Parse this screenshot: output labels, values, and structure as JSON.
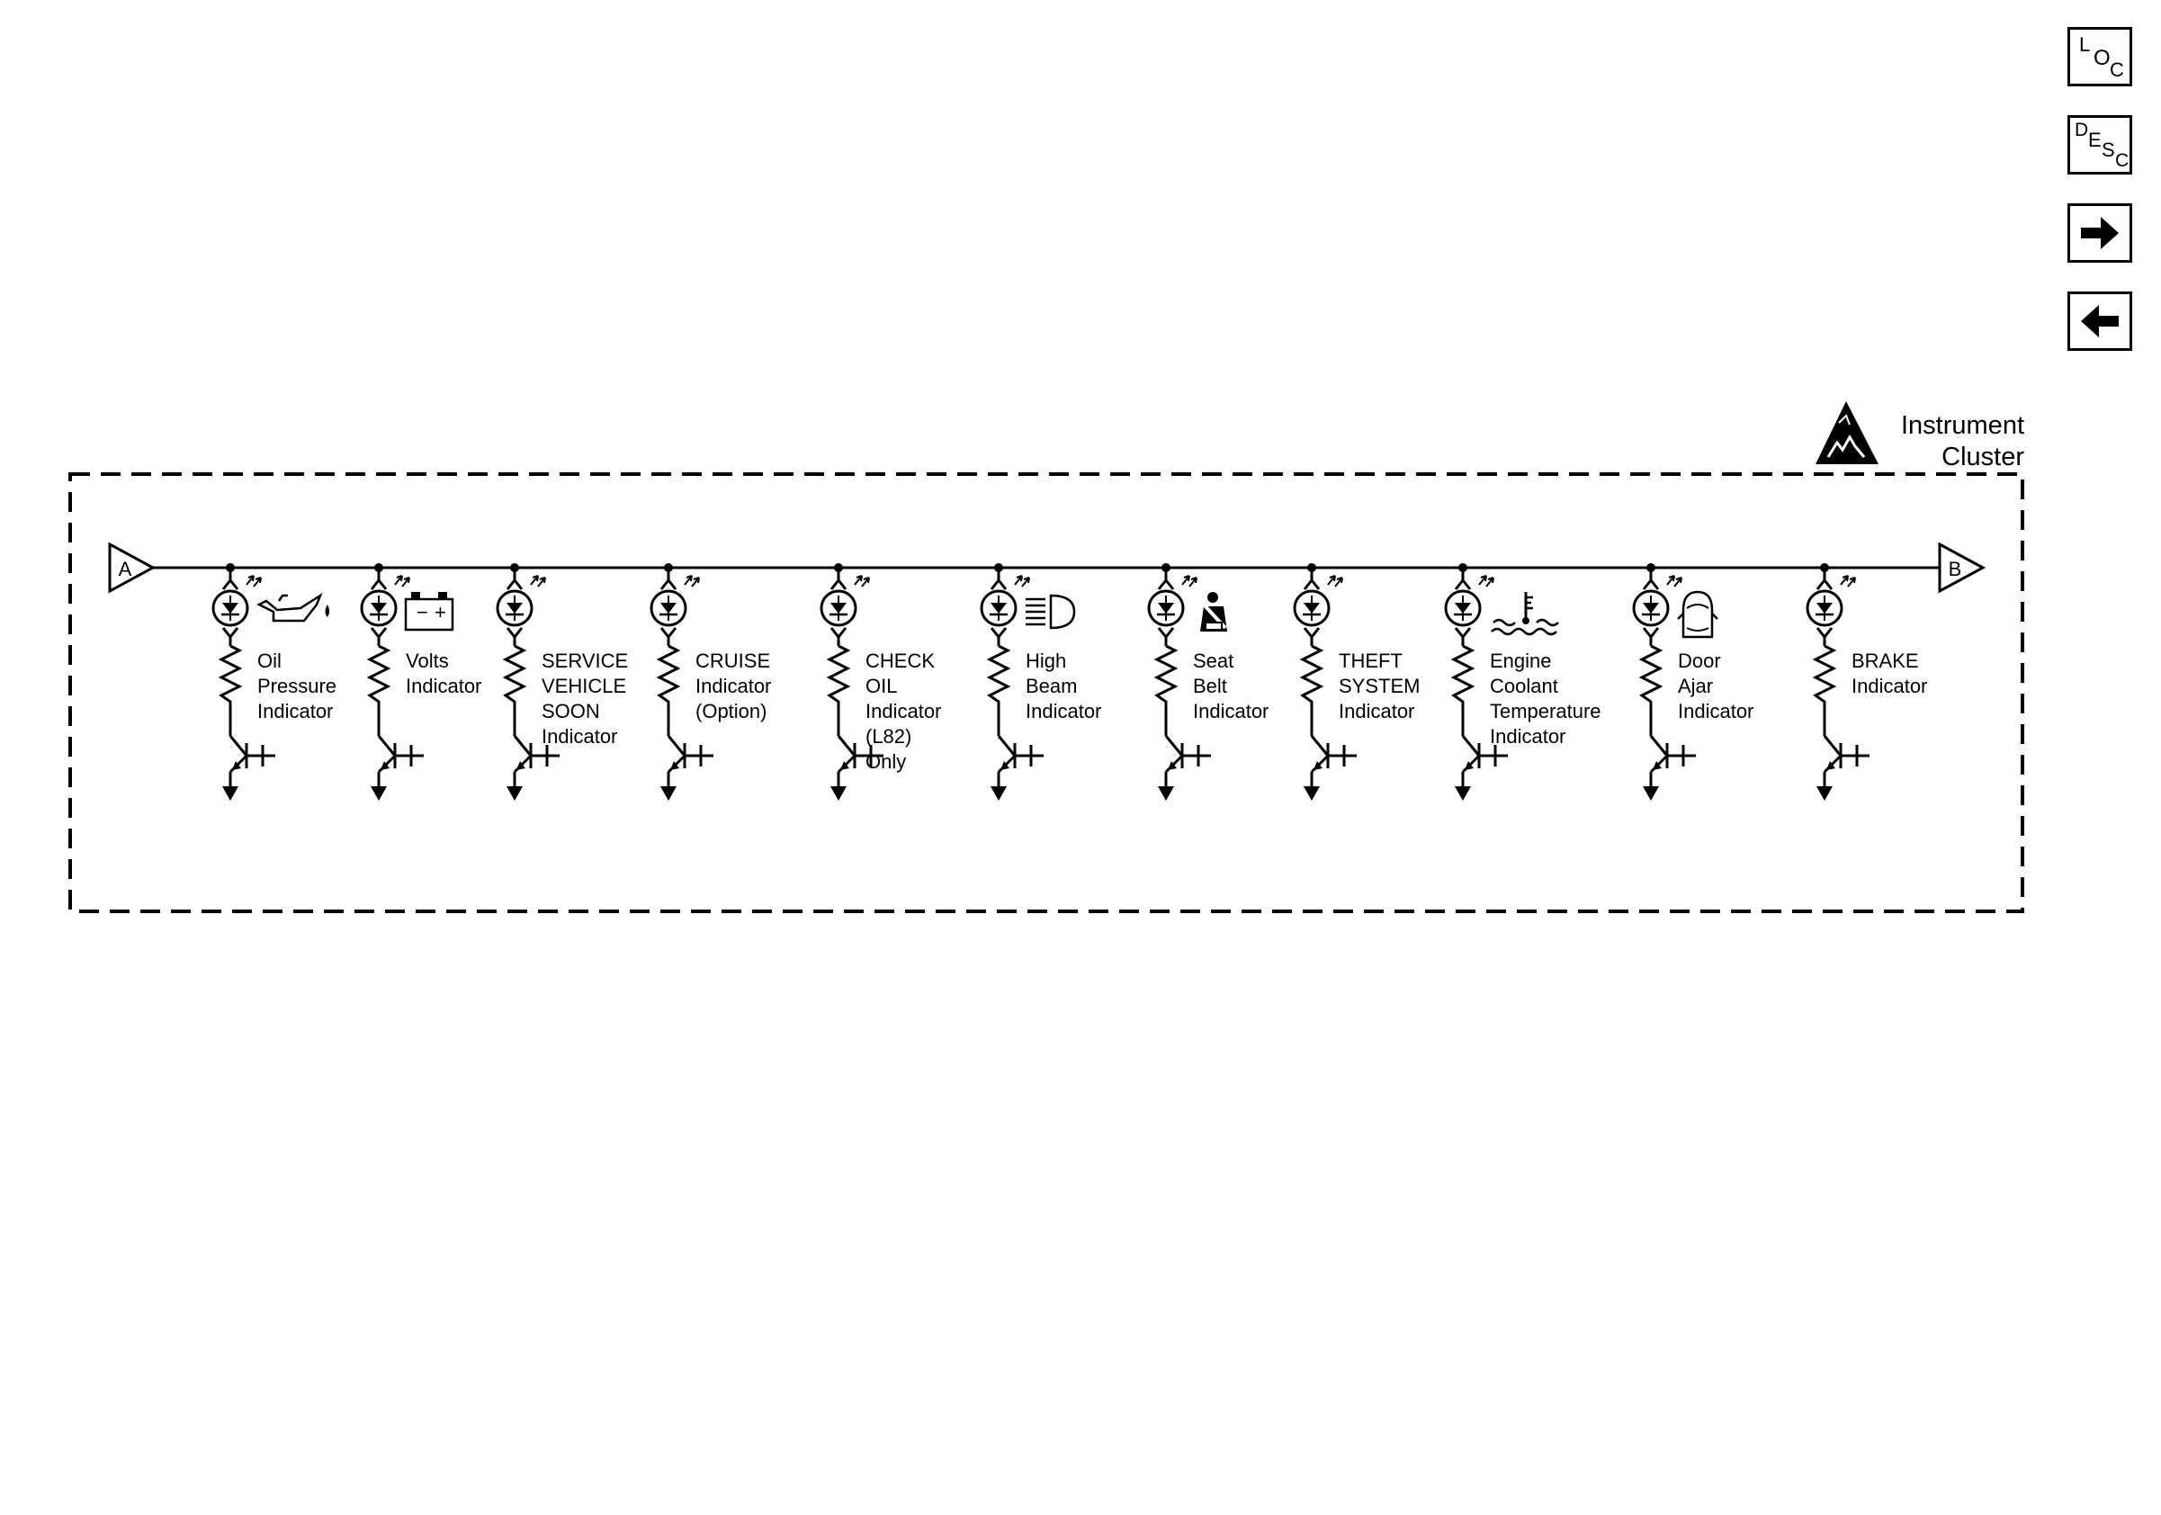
{
  "nav": {
    "loc": {
      "a": "L",
      "b": "O",
      "c": "C"
    },
    "desc": {
      "a": "D",
      "b": "E",
      "c": "S",
      "d": "C"
    }
  },
  "module": {
    "line1": "Instrument",
    "line2": "Cluster"
  },
  "connectors": {
    "left": "A",
    "right": "B"
  },
  "circuits": [
    {
      "label": [
        "Oil",
        "Pressure",
        "Indicator"
      ],
      "icon": "oil-can-icon"
    },
    {
      "label": [
        "Volts",
        "Indicator"
      ],
      "icon": "battery-icon",
      "battery": {
        "minus": "−",
        "plus": "+"
      }
    },
    {
      "label": [
        "SERVICE",
        "VEHICLE",
        "SOON",
        "Indicator"
      ],
      "icon": ""
    },
    {
      "label": [
        "CRUISE",
        "Indicator",
        "(Option)"
      ],
      "icon": ""
    },
    {
      "label": [
        "CHECK",
        "OIL",
        "Indicator",
        "(L82)",
        "Only"
      ],
      "icon": ""
    },
    {
      "label": [
        "High",
        "Beam",
        "Indicator"
      ],
      "icon": "headlamp-icon"
    },
    {
      "label": [
        "Seat",
        "Belt",
        "Indicator"
      ],
      "icon": "seat-belt-icon"
    },
    {
      "label": [
        "THEFT",
        "SYSTEM",
        "Indicator"
      ],
      "icon": ""
    },
    {
      "label": [
        "Engine",
        "Coolant",
        "Temperature",
        "Indicator"
      ],
      "icon": "coolant-temp-icon"
    },
    {
      "label": [
        "Door",
        "Ajar",
        "Indicator"
      ],
      "icon": "door-ajar-car-icon"
    },
    {
      "label": [
        "BRAKE",
        "Indicator"
      ],
      "icon": ""
    }
  ]
}
